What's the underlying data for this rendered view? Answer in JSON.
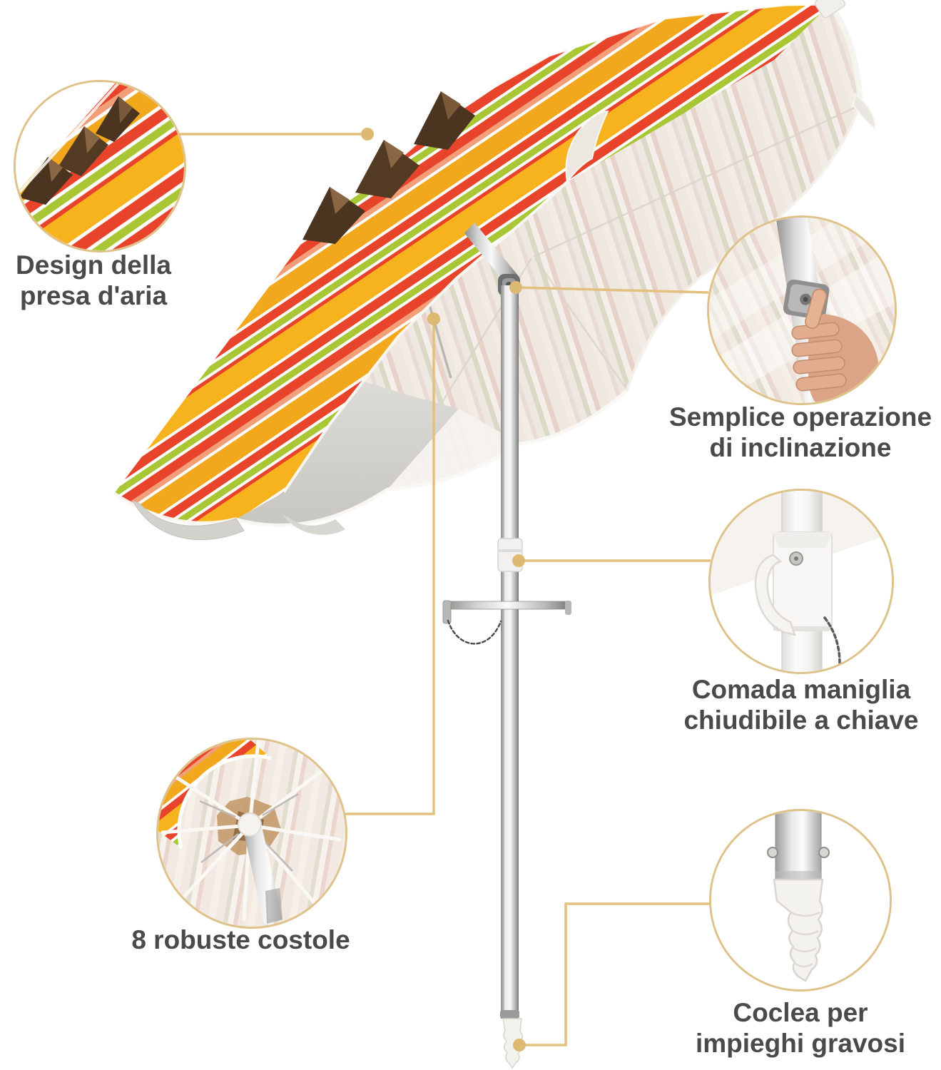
{
  "image_type": "product-feature-infographic",
  "language": "it",
  "product": {
    "name": "Ombrellone da spiaggia a righe con palo inclinabile",
    "kind": "beach-umbrella"
  },
  "colors": {
    "accent_tan_line": "#E3C07E",
    "circle_border": "#DEC28A",
    "label_text": "#4A4A4C",
    "stripe_yellow": "#F6B31E",
    "stripe_red": "#E8432B",
    "stripe_green": "#A9C635",
    "stripe_salmon": "#F29F79",
    "canopy_underside": "#EFE8E0",
    "vent_brown": "#4B3520",
    "pole_silver": "#C9C9C9"
  },
  "callouts": [
    {
      "id": "vent",
      "illustration": "air-vent-closeup",
      "lines": [
        "Design della",
        "presa d'aria"
      ]
    },
    {
      "id": "tilt",
      "illustration": "hand-tilting-pole",
      "lines": [
        "Semplice operazione",
        "di inclinazione"
      ]
    },
    {
      "id": "lock-handle",
      "illustration": "lockable-clamp-handle",
      "lines": [
        "Comada maniglia",
        "chiudibile a chiave"
      ]
    },
    {
      "id": "ribs",
      "illustration": "underside-eight-ribs",
      "lines": [
        "8 robuste costole"
      ]
    },
    {
      "id": "anchor",
      "illustration": "sand-screw-anchor",
      "lines": [
        "Coclea per",
        "impieghi gravosi"
      ]
    }
  ]
}
